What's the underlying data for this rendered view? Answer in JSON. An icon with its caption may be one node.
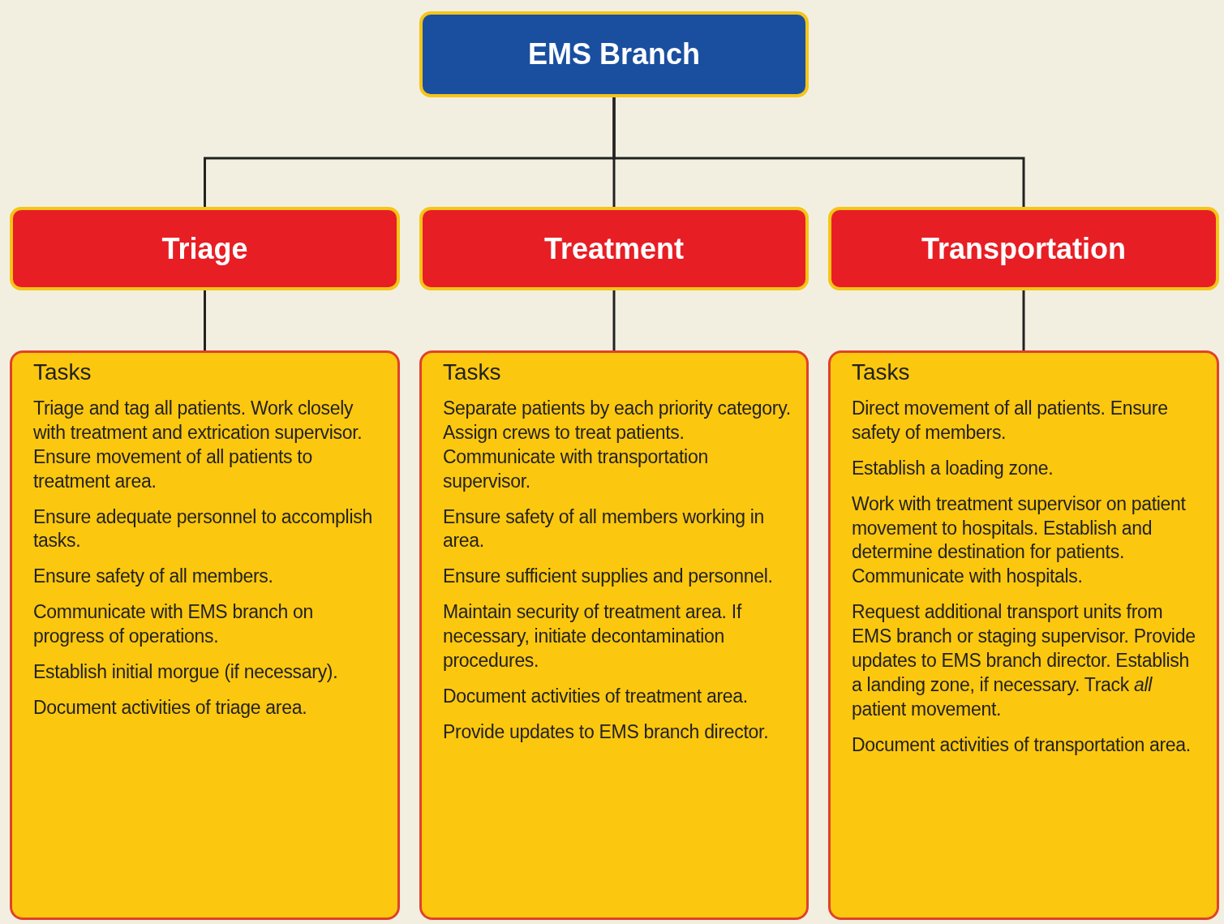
{
  "diagram": {
    "nodes": [
      {
        "text": [
          "EMS Branch"
        ]
      },
      {
        "text": [
          "Triage"
        ]
      },
      {
        "text": [
          "Treatment"
        ]
      },
      {
        "text": [
          "Transportation"
        ]
      },
      {
        "text": [
          "Tasks",
          "Triage and tag all patients. Work closely with treatment and extrication supervisor. Ensure movement of all patients to treatment area.",
          "Ensure adequate personnel to accomplish tasks.",
          "Ensure safety of all members.",
          "Communicate with EMS branch on progress of operations.",
          "Establish initial morgue (if necessary).",
          "Document activities of triage area."
        ]
      },
      {
        "text": [
          "Tasks",
          "Separate patients by each priority category. Assign crews to treat patients. Communicate with transportation supervisor.",
          "Ensure safety of all members working in area.",
          "Ensure sufficient supplies and personnel.",
          "Maintain security of treatment area. If necessary, initiate decontamination procedures.",
          "Document activities of treatment area.",
          "Provide updates to EMS branch director."
        ]
      },
      {
        "text": [
          "Tasks",
          "Direct movement of all patients. Ensure safety of members.",
          "Establish a loading zone.",
          "Work with treatment supervisor on patient movement to hospitals. Establish and determine destination for patients. Communicate with hospitals.",
          "Request additional transport units from EMS branch or staging supervisor. Provide updates to EMS branch director. Establish a landing zone, if necessary. Track *all* patient movement.",
          "Document activities of transportation area."
        ]
      }
    ],
    "edges": [
      {
        "from": 0,
        "to": 1,
        "arrow": "none"
      },
      {
        "from": 0,
        "to": 2,
        "arrow": "none"
      },
      {
        "from": 0,
        "to": 3,
        "arrow": "none"
      },
      {
        "from": 1,
        "to": 4,
        "arrow": "none"
      },
      {
        "from": 2,
        "to": 5,
        "arrow": "none"
      },
      {
        "from": 3,
        "to": 6,
        "arrow": "none"
      }
    ]
  }
}
